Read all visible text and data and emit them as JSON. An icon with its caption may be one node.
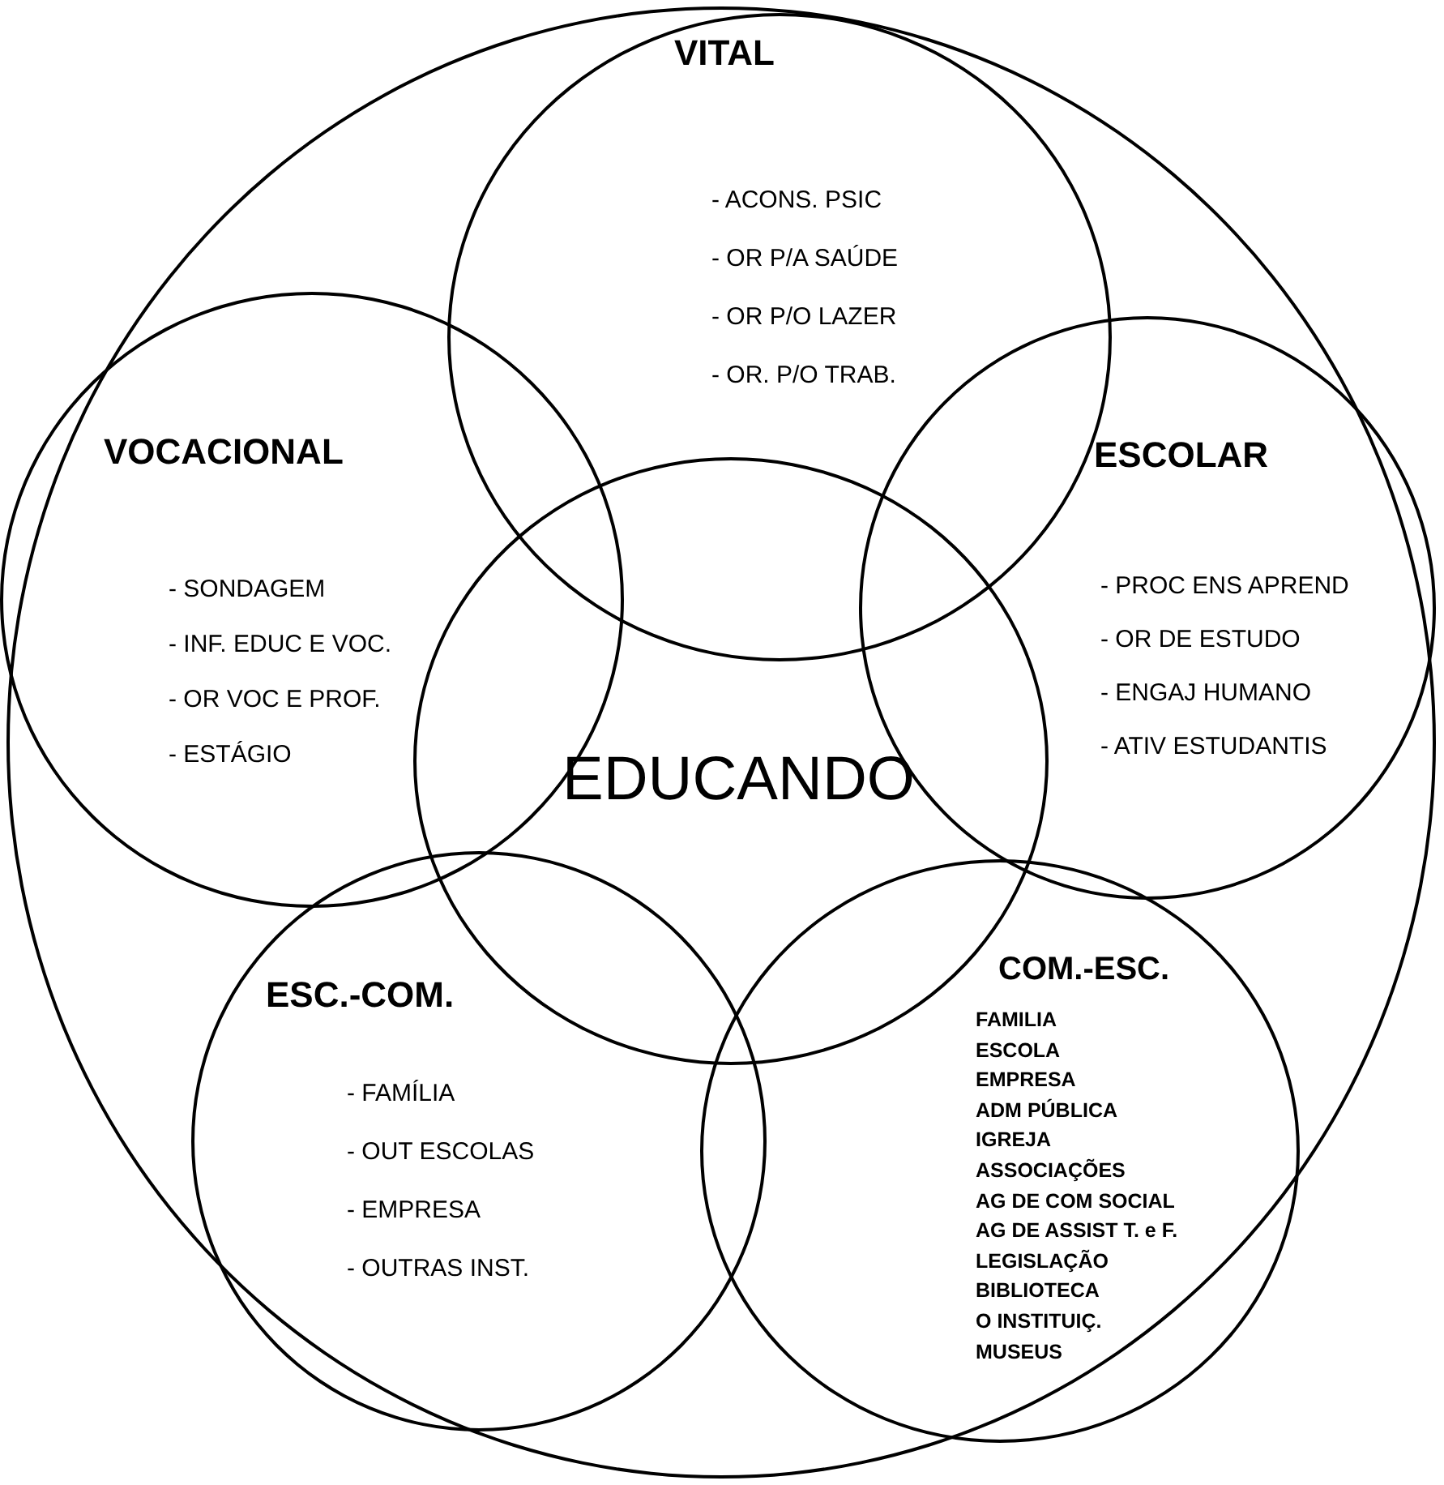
{
  "diagram": {
    "nodes": [
      {
        "text": [],
        "shape": "circle"
      },
      {
        "text": [
          "VITAL",
          "- ACONS. PSIC",
          "- OR P/A SAÚDE",
          "- OR P/O LAZER",
          "- OR. P/O TRAB."
        ],
        "in": 0
      },
      {
        "text": [
          "VOCACIONAL",
          "- SONDAGEM",
          "- INF. EDUC E VOC.",
          "- OR VOC E PROF.",
          "- ESTÁGIO"
        ],
        "in": 0
      },
      {
        "text": [
          "ESCOLAR",
          "- PROC ENS APREND",
          "- OR DE ESTUDO",
          "- ENGAJ HUMANO",
          "- ATIV ESTUDANTIS"
        ],
        "in": 0
      },
      {
        "text": [
          "EDUCANDO"
        ],
        "in": 0
      },
      {
        "text": [
          "ESC.-COM.",
          "- FAMÍLIA",
          "- OUT ESCOLAS",
          "- EMPRESA",
          "- OUTRAS INST."
        ],
        "in": 0
      },
      {
        "text": [
          "COM.-ESC.",
          "FAMILIA",
          "ESCOLA",
          "EMPRESA",
          "ADM PÚBLICA",
          "IGREJA",
          "ASSOCIAÇÕES",
          "AG DE COM SOCIAL",
          "AG DE ASSIST T. e F.",
          "LEGISLAÇÃO",
          "BIBLIOTECA",
          "O INSTITUIÇ.",
          "MUSEUS"
        ],
        "in": 0
      }
    ]
  }
}
